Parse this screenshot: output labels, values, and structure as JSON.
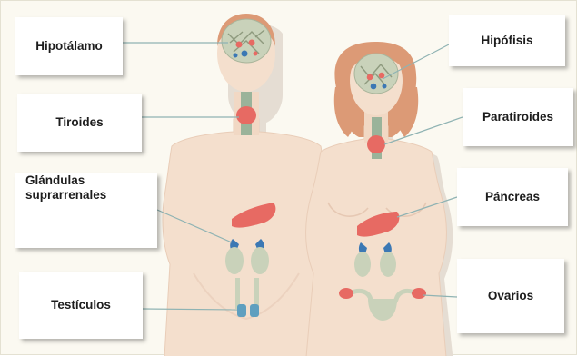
{
  "colors": {
    "skin": "#f4dfcd",
    "skin_shade": "#e3c6b0",
    "hair": "#dc9a76",
    "gland_red": "#e76a63",
    "gland_green": "#c9d2ba",
    "blue": "#3b78b4",
    "connector": "#8fb3b3"
  },
  "labels": {
    "hipotalamo": "Hipotálamo",
    "tiroides": "Tiroides",
    "glandulas_1": "Glándulas",
    "glandulas_2": "suprarrenales",
    "testiculos": "Testículos",
    "hipofisis": "Hipófisis",
    "paratiroides": "Paratiroides",
    "pancreas": "Páncreas",
    "ovarios": "Ovarios"
  }
}
